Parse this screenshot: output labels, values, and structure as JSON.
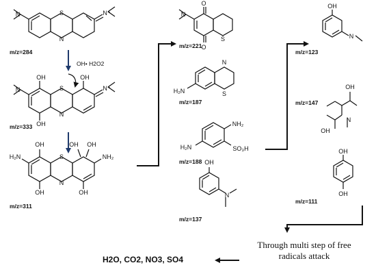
{
  "compounds": [
    {
      "mz": "m/z=284"
    },
    {
      "mz": "m/z=333"
    },
    {
      "mz": "m/z=311"
    },
    {
      "mz": "m/z=221"
    },
    {
      "mz": "m/z=187"
    },
    {
      "mz": "m/z=188"
    },
    {
      "mz": "m/z=137"
    },
    {
      "mz": "m/z=123"
    },
    {
      "mz": "m/z=147"
    },
    {
      "mz": "m/z=111"
    }
  ],
  "reagent": "OH• H2O2",
  "note_line1": "Through multi step of free",
  "note_line2": "radicals attack",
  "final_products": "H2O, CO2, NO3, SO4",
  "colors": {
    "arrow_down": "#1f3a6b",
    "line": "#111111"
  }
}
